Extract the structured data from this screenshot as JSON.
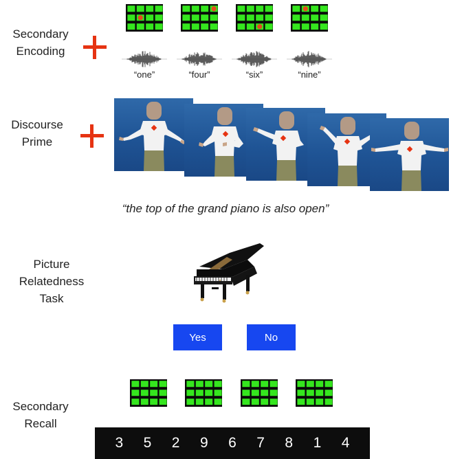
{
  "sections": {
    "encoding": {
      "label_lines": [
        "Secondary",
        "Encoding"
      ]
    },
    "prime": {
      "label_lines": [
        "Discourse",
        "Prime"
      ]
    },
    "task": {
      "label_lines": [
        "Picture",
        "Relatedness",
        "Task"
      ]
    },
    "recall": {
      "label_lines": [
        "Secondary",
        "Recall"
      ]
    }
  },
  "encoding": {
    "words": [
      "“one”",
      "“four”",
      "“six”",
      "“nine”"
    ],
    "dot_cells": [
      [
        1,
        1
      ],
      [
        0,
        3
      ],
      [
        2,
        2
      ],
      [
        0,
        1
      ]
    ]
  },
  "prime": {
    "quote": "“the top of the grand piano is also open”",
    "frames": 5
  },
  "task": {
    "yes_label": "Yes",
    "no_label": "No"
  },
  "recall": {
    "digits": [
      "3",
      "5",
      "2",
      "9",
      "6",
      "7",
      "8",
      "1",
      "4"
    ]
  },
  "colors": {
    "cross": "#e63312",
    "grid_green": "#35e61e",
    "grid_black": "#0a0a0a",
    "dot": "#e44a1c",
    "button_blue": "#1747f0",
    "backdrop_blue": "#2461a6"
  },
  "icons": [
    "fixation-cross",
    "grid-icon",
    "waveform-icon",
    "grand-piano-icon"
  ]
}
